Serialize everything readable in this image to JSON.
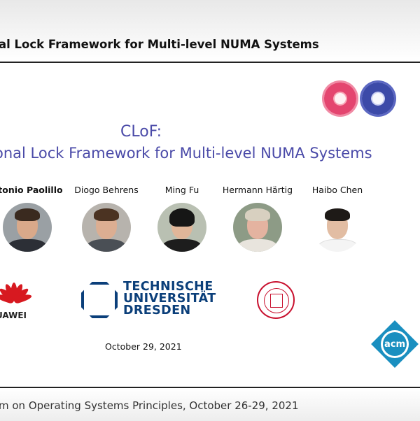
{
  "header": {
    "title": "al Lock Framework for Multi-level NUMA Systems"
  },
  "slide": {
    "title_line1": "CLoF:",
    "title_line2": "onal Lock Framework for Multi-level NUMA Systems",
    "date": "October 29, 2021"
  },
  "authors": [
    {
      "name": "ntonio Paolillo",
      "bold": true
    },
    {
      "name": "Diogo Behrens"
    },
    {
      "name": "Ming Fu"
    },
    {
      "name": "Hermann Härtig"
    },
    {
      "name": "Haibo Chen"
    }
  ],
  "logos": {
    "huawei": "UAWEI",
    "tud": [
      "TECHNISCHE",
      "UNIVERSITÄT",
      "DRESDEN"
    ],
    "acm": "acm"
  },
  "footer": {
    "text": "m on Operating Systems Principles, October 26-29, 2021"
  },
  "colors": {
    "title": "#4a4aa8",
    "tud_blue": "#0b3f7a",
    "huawei_red": "#d71920",
    "acm_blue": "#1a8fc0"
  }
}
